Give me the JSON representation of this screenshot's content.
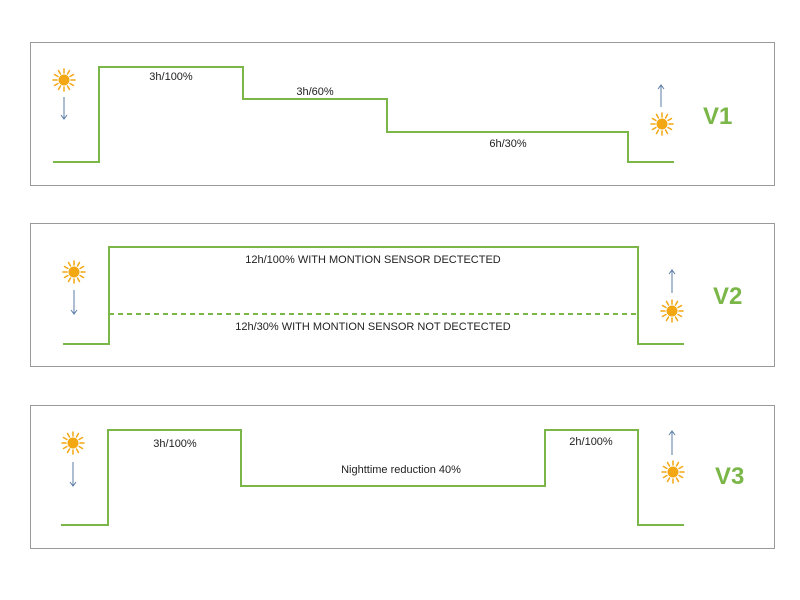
{
  "colors": {
    "line": "#7ab648",
    "version_text": "#7ab648",
    "sun_core": "#f3a712",
    "sun_rays": "#f3a712",
    "arrow": "#5b7ba6"
  },
  "icons": {
    "sunset": "sun-icon",
    "sunrise": "sun-icon",
    "down": "arrow-down-icon",
    "up": "arrow-up-icon"
  },
  "v1": {
    "version": "V1",
    "labels": {
      "step1": "3h/100%",
      "step2": "3h/60%",
      "step3": "6h/30%"
    }
  },
  "v2": {
    "version": "V2",
    "labels": {
      "high": "12h/100%  WITH MONTION SENSOR DECTECTED",
      "low": "12h/30%  WITH MONTION SENSOR NOT DECTECTED"
    }
  },
  "v3": {
    "version": "V3",
    "labels": {
      "step1": "3h/100%",
      "middle": "Nighttime reduction 40%",
      "step3": "2h/100%"
    }
  }
}
